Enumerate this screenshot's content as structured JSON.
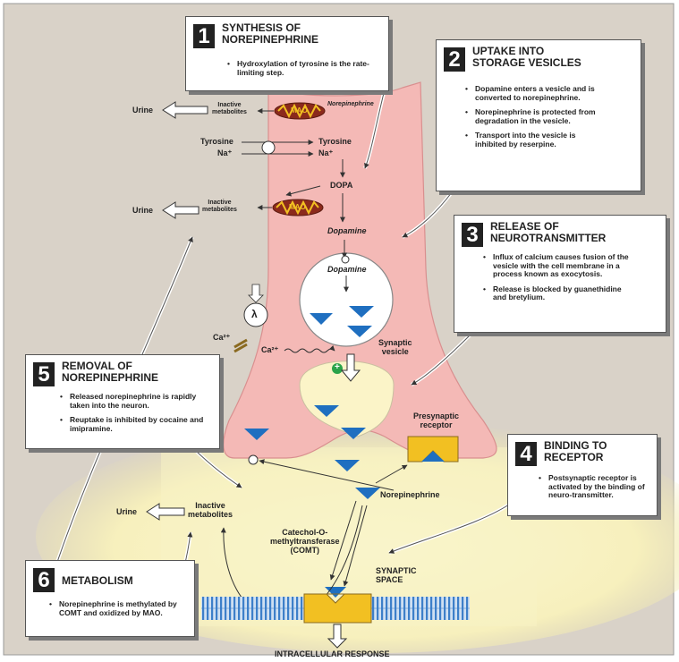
{
  "boxes": {
    "b1": {
      "num": "1",
      "title": "SYNTHESIS OF\nNOREPINEPHRINE",
      "bullets": [
        "Hydroxylation of tyrosine is the rate-limiting step."
      ]
    },
    "b2": {
      "num": "2",
      "title": "UPTAKE INTO\nSTORAGE VESICLES",
      "bullets": [
        "Dopamine enters a vesicle and is converted to norepinephrine.",
        "Norepinephrine is protected from degradation in the vesicle.",
        "Transport into the vesicle is inhibited by reserpine."
      ]
    },
    "b3": {
      "num": "3",
      "title": "RELEASE OF\nNEUROTRANSMITTER",
      "bullets": [
        "Influx of calcium causes fusion of the vesicle with the cell membrane in a process known as exocytosis.",
        "Release is blocked by guanethidine and bretylium."
      ]
    },
    "b4": {
      "num": "4",
      "title": "BINDING TO\nRECEPTOR",
      "bullets": [
        "Postsynaptic receptor is activated by the binding of neuro-transmitter."
      ]
    },
    "b5": {
      "num": "5",
      "title": "REMOVAL OF\nNOREPINEPHRINE",
      "bullets": [
        "Released norepinephrine is rapidly taken into the neuron.",
        "Reuptake is inhibited by cocaine and imipramine."
      ]
    },
    "b6": {
      "num": "6",
      "title": "METABOLISM",
      "bullets": [
        "Norepinephrine is methylated by COMT and oxidized by MAO."
      ]
    }
  },
  "labels": {
    "urine": "Urine",
    "inactive_metabolites": "Inactive\nmetabolites",
    "mao": "MAO",
    "norepinephrine_italic": "Norepinephrine",
    "tyrosine": "Tyrosine",
    "na": "Na⁺",
    "dopa": "DOPA",
    "dopamine": "Dopamine",
    "ca": "Ca²⁺",
    "synaptic_vesicle": "Synaptic\nvesicle",
    "presynaptic_receptor": "Presynaptic\nreceptor",
    "norepinephrine": "Norepinephrine",
    "comt": "Catechol-O-\nmethyltransferase\n(COMT)",
    "synaptic_space": "SYNAPTIC\nSPACE",
    "intracellular_response": "INTRACELLULAR RESPONSE",
    "plus": "+",
    "action_potential": "λ"
  },
  "colors": {
    "background": "#d9d2c8",
    "neuron": "#f4b9b6",
    "synapse_glow": "#f8f3c4",
    "membrane": "#3d7fc9",
    "receptor": "#f2c022",
    "transmitter": "#1f6fc0",
    "box_border": "#555555",
    "plus_marker": "#2aa34a"
  }
}
